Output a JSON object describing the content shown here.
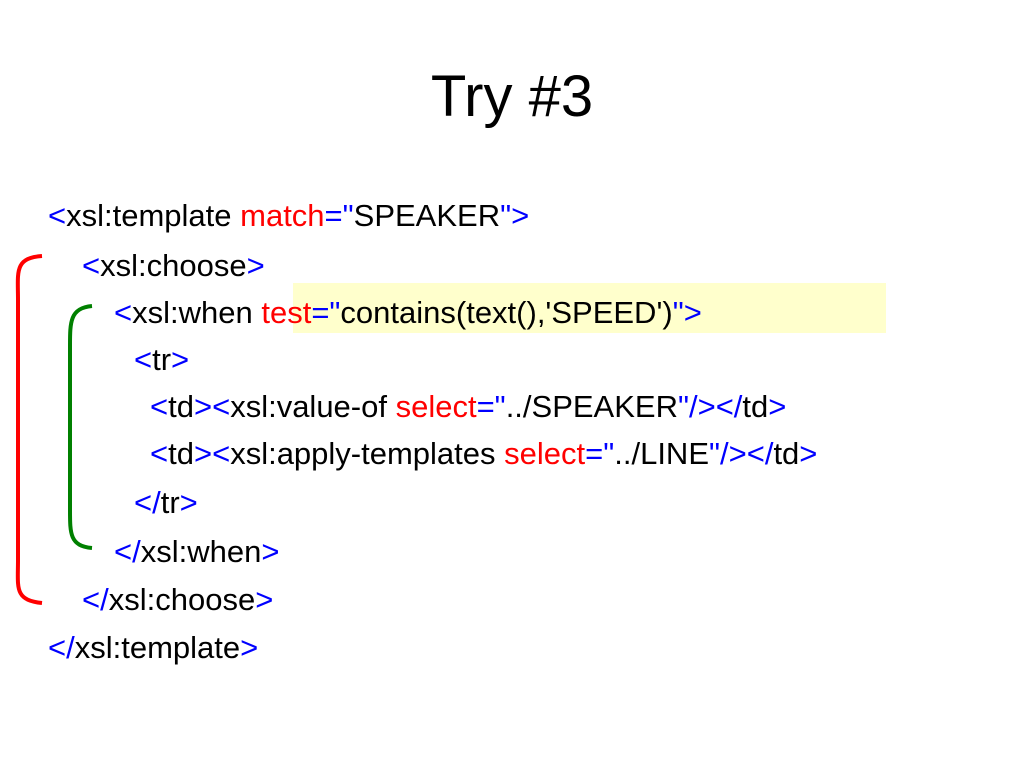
{
  "title": "Try #3",
  "colors": {
    "tag": "#0000ff",
    "attribute": "#ff0000",
    "text": "#000000",
    "highlight": "#ffffcc",
    "outer_bracket": "#ff0000",
    "inner_bracket": "#008000"
  },
  "code": {
    "line1": {
      "open": "<",
      "tag": "xsl:template ",
      "attr": "match",
      "eq": "=\"",
      "value": "SPEAKER",
      "close": "\">"
    },
    "line2": {
      "open": "<",
      "tag": "xsl:choose",
      "close": ">"
    },
    "line3": {
      "open": "<",
      "tag": "xsl:when ",
      "attr": "test",
      "eq": "=\"",
      "value": "contains(text(),'SPEED')",
      "close": "\">"
    },
    "line4": {
      "open": "<",
      "tag": "tr",
      "close": ">"
    },
    "line5": {
      "open1": "<",
      "tag1": "td",
      "close1": "><",
      "tag2": "xsl:value-of ",
      "attr": "select",
      "eq": "=\"",
      "value": "../SPEAKER",
      "close2": "\"/></",
      "tag3": "td",
      "close3": ">"
    },
    "line6": {
      "open1": "<",
      "tag1": "td",
      "close1": "><",
      "tag2": "xsl:apply-templates ",
      "attr": "select",
      "eq": "=\"",
      "value": "../LINE",
      "close2": "\"/></",
      "tag3": "td",
      "close3": ">"
    },
    "line7": {
      "open": "</",
      "tag": "tr",
      "close": ">"
    },
    "line8": {
      "open": "</",
      "tag": "xsl:when",
      "close": ">"
    },
    "line9": {
      "open": "</",
      "tag": "xsl:choose",
      "close": ">"
    },
    "line10": {
      "open": "</",
      "tag": "xsl:template",
      "close": ">"
    }
  }
}
